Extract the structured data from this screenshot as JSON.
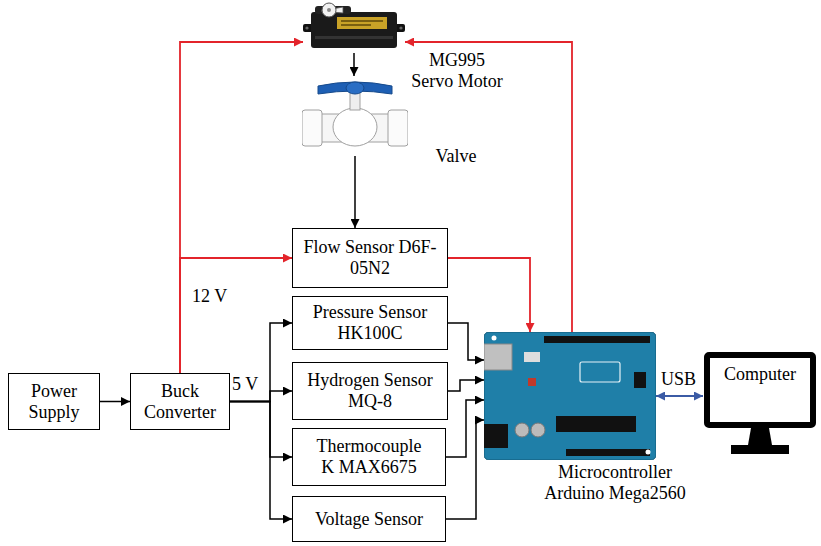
{
  "diagram": {
    "nodes": [
      {
        "text": [
          "MG995 Servo Motor"
        ]
      },
      {
        "text": [
          "Valve"
        ]
      },
      {
        "text": [
          "Flow Sensor D6F-05N2"
        ]
      },
      {
        "text": [
          "Pressure Sensor HK100C"
        ]
      },
      {
        "text": [
          "Hydrogen Sensor MQ-8"
        ]
      },
      {
        "text": [
          "Thermocouple K MAX6675"
        ]
      },
      {
        "text": [
          "Voltage Sensor"
        ]
      },
      {
        "text": [
          "Power Supply"
        ]
      },
      {
        "text": [
          "Buck Converter"
        ]
      },
      {
        "text": [
          "Microcontroller Arduino Mega2560"
        ]
      },
      {
        "text": [
          "Computer"
        ]
      }
    ],
    "edges": [
      {
        "from": 0,
        "to": 1,
        "arrow": "to"
      },
      {
        "from": 1,
        "to": 2,
        "arrow": "to"
      },
      {
        "from": 8,
        "to": 0,
        "arrow": "to"
      },
      {
        "from": 8,
        "to": 2,
        "arrow": "to"
      },
      {
        "from": 2,
        "to": 9,
        "arrow": "to"
      },
      {
        "from": 9,
        "to": 0,
        "arrow": "to"
      },
      {
        "from": 7,
        "to": 8,
        "arrow": "to"
      },
      {
        "from": 8,
        "to": 3,
        "arrow": "to"
      },
      {
        "from": 8,
        "to": 4,
        "arrow": "to"
      },
      {
        "from": 8,
        "to": 5,
        "arrow": "to"
      },
      {
        "from": 8,
        "to": 6,
        "arrow": "to"
      },
      {
        "from": 3,
        "to": 9,
        "arrow": "to"
      },
      {
        "from": 4,
        "to": 9,
        "arrow": "to"
      },
      {
        "from": 5,
        "to": 9,
        "arrow": "to"
      },
      {
        "from": 6,
        "to": 9,
        "arrow": "to"
      },
      {
        "from": 9,
        "to": 10,
        "arrow": "both"
      }
    ],
    "labels": [
      "12 V",
      "5 V",
      "USB"
    ]
  }
}
